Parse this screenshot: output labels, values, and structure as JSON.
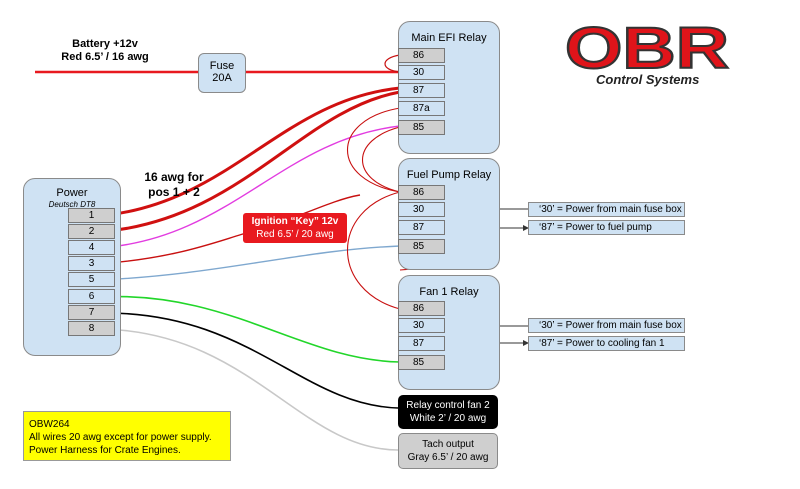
{
  "battery": {
    "line1": "Battery +12v",
    "line2": "Red 6.5’ / 16 awg"
  },
  "fuse": {
    "line1": "Fuse",
    "line2": "20A"
  },
  "logo": {
    "text": "OBR",
    "subtitle": "Control Systems"
  },
  "main_relay": {
    "title": "Main EFI Relay",
    "pins": [
      "86",
      "30",
      "87",
      "87a",
      "85"
    ]
  },
  "fuel_relay": {
    "title": "Fuel Pump Relay",
    "pins": [
      "86",
      "30",
      "87",
      "85"
    ]
  },
  "fan_relay": {
    "title": "Fan 1 Relay",
    "pins": [
      "86",
      "30",
      "87",
      "85"
    ]
  },
  "connector": {
    "title": "Power",
    "subtitle": "Deutsch DT8",
    "pins": [
      "1",
      "2",
      "3",
      "4",
      "5",
      "6",
      "7",
      "8"
    ],
    "pin_order": [
      "1",
      "2",
      "4",
      "3",
      "5",
      "6",
      "7",
      "8"
    ]
  },
  "awg_note": {
    "line1": "16 awg for",
    "line2": "pos 1 + 2"
  },
  "ignition": {
    "line1": "Ignition “Key” 12v",
    "line2": "Red 6.5’ / 20 awg"
  },
  "notes": {
    "fuel_30": "‘30’ = Power from main fuse box",
    "fuel_87": "‘87’ = Power to fuel pump",
    "fan_30": "‘30’ = Power from main fuse box",
    "fan_87": "‘87’ = Power to cooling fan 1"
  },
  "relay_fan2": {
    "line1": "Relay control fan 2",
    "line2": "White 2’ / 20 awg"
  },
  "tach": {
    "line1": "Tach output",
    "line2": "Gray 6.5’ / 20 awg"
  },
  "info": {
    "line1": "OBW264",
    "line2": "All wires 20 awg except for power supply.",
    "line3": "Power Harness for Crate Engines."
  },
  "colors": {
    "red": "#e8191f",
    "dark_red": "#c81010",
    "magenta": "#e23ce0",
    "blue_wire": "#7fa8cf",
    "green": "#22d62a",
    "black": "#000000",
    "gray_wire": "#c8c8c8",
    "relay_fill": "#cfe2f3",
    "pin_fill": "#cfcfcf",
    "info_fill": "#ffff00",
    "logo_red": "#e0141a"
  }
}
